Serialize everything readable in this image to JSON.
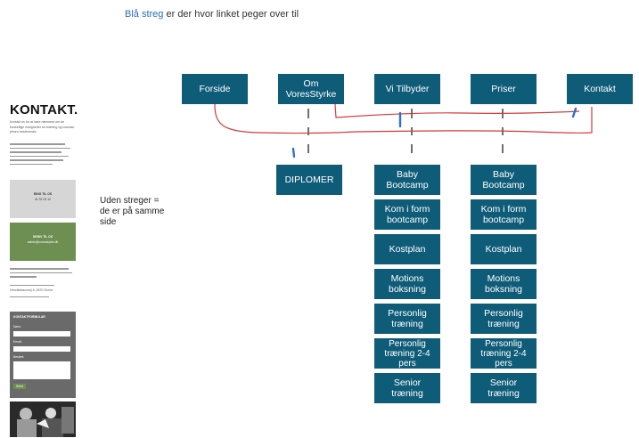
{
  "note": {
    "blue_text": "Blå streg",
    "rest_text": " er der hvor linket peger over til"
  },
  "top_nav": [
    {
      "label": "Forside"
    },
    {
      "label": "Om VoresStyrke"
    },
    {
      "label": "Vi Tilbyder"
    },
    {
      "label": "Priser"
    },
    {
      "label": "Kontakt"
    }
  ],
  "om_children": [
    {
      "label": "DIPLOMER"
    }
  ],
  "vi_children": [
    {
      "label": "Baby Bootcamp"
    },
    {
      "label": "Kom i form bootcamp"
    },
    {
      "label": "Kostplan"
    },
    {
      "label": "Motions boksning"
    },
    {
      "label": "Personlig træning"
    },
    {
      "label": "Personlig træning 2-4 pers"
    },
    {
      "label": "Senior træning"
    }
  ],
  "priser_children": [
    {
      "label": "Baby Bootcamp"
    },
    {
      "label": "Kom i form bootcamp"
    },
    {
      "label": "Kostplan"
    },
    {
      "label": "Motions boksning"
    },
    {
      "label": "Personlig træning"
    },
    {
      "label": "Personlig træning 2-4 pers"
    },
    {
      "label": "Senior træning"
    }
  ],
  "uden_note": {
    "line1": "Uden streger =",
    "line2": "de er på samme",
    "line3": "side"
  },
  "thumbnail": {
    "title": "KONTAKT.",
    "intro": "Kontakt os for at høre nærmere om de forskellige muligheder for træning og hvordan prisen bestemmes.",
    "gray_panel": {
      "line1": "RING TIL OS",
      "line2": "41 91 02 12"
    },
    "green_panel": {
      "line1": "SKRIV TIL OS",
      "line2": "admin@voresstyrke.dk"
    },
    "address": "Henrikshavnvej 8, 2670 Greve",
    "form": {
      "title": "KONTAKTFORMULAR",
      "label1": "Navn:",
      "label2": "Email:",
      "label3": "Besked:",
      "button": "Send"
    }
  },
  "colors": {
    "box": "#0f5c79",
    "red_line": "#d63a3a",
    "blue_mark": "#2f6fd1"
  }
}
